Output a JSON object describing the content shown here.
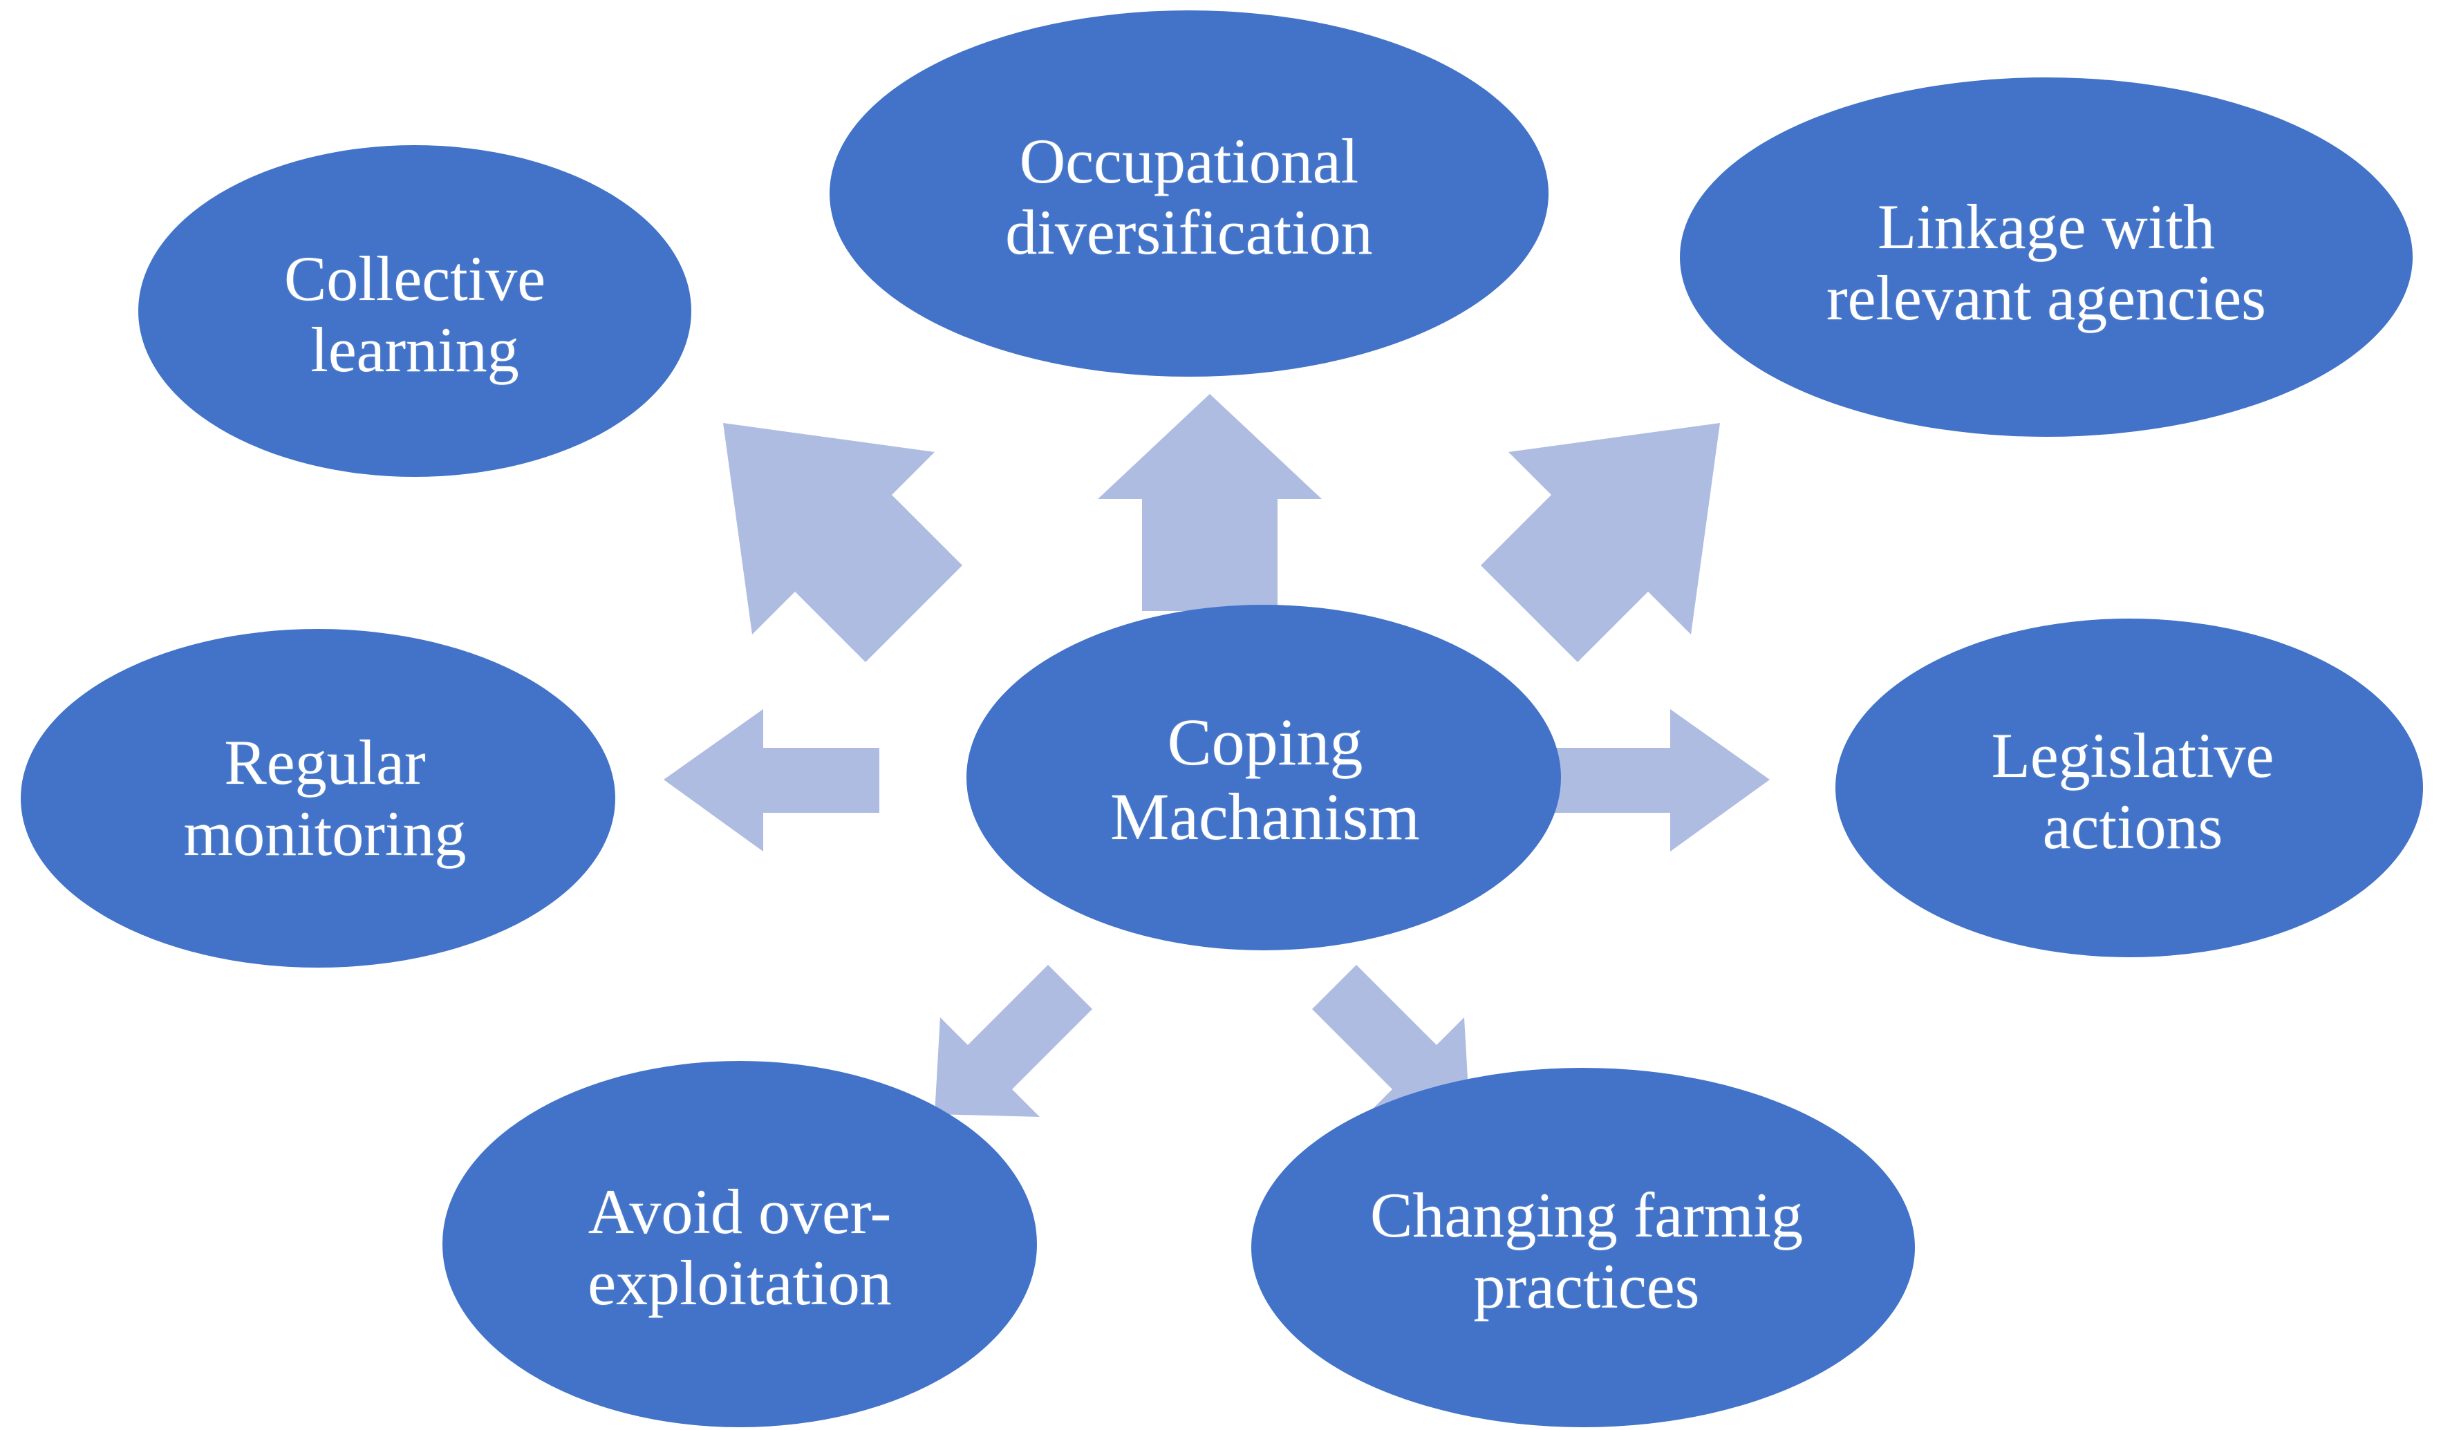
{
  "diagram": {
    "title": "Coping Machanism",
    "type": "radial-hub-and-spoke",
    "background_color": "#ffffff",
    "node_fill_color": "#4273C8",
    "node_text_color": "#ffffff",
    "arrow_color": "#AEBCE2",
    "center": {
      "label": "Coping\nMachanism",
      "line1": "Coping",
      "line2": "Machanism"
    },
    "satellites": [
      {
        "id": "collective-learning",
        "label": "Collective\nlearning",
        "line1": "Collective",
        "line2": "learning",
        "position": "top-left"
      },
      {
        "id": "occupational-diversification",
        "label": "Occupational\ndiversification",
        "line1": "Occupational",
        "line2": "diversification",
        "position": "top-center"
      },
      {
        "id": "linkage-with-relevant-agencies",
        "label": "Linkage with\nrelevant agencies",
        "line1": "Linkage with",
        "line2": "relevant agencies",
        "position": "top-right"
      },
      {
        "id": "regular-monitoring",
        "label": "Regular\nmonitoring",
        "line1": "Regular",
        "line2": "monitoring",
        "position": "middle-left"
      },
      {
        "id": "legislative-actions",
        "label": "Legislative\nactions",
        "line1": "Legislative",
        "line2": "actions",
        "position": "middle-right"
      },
      {
        "id": "avoid-over-exploitation",
        "label": "Avoid over-\nexploitation",
        "line1": "Avoid over-",
        "line2": "exploitation",
        "position": "bottom-left"
      },
      {
        "id": "changing-farmig-practices",
        "label": "Changing farmig\npractices",
        "line1": "Changing farmig",
        "line2": "practices",
        "position": "bottom-center-right"
      }
    ],
    "arrows": [
      {
        "id": "arrow-to-collective-learning",
        "direction": "up-left",
        "target": "collective-learning"
      },
      {
        "id": "arrow-to-occupational-diversification",
        "direction": "up",
        "target": "occupational-diversification"
      },
      {
        "id": "arrow-to-linkage-with-relevant-agencies",
        "direction": "up-right",
        "target": "linkage-with-relevant-agencies"
      },
      {
        "id": "arrow-to-regular-monitoring",
        "direction": "left",
        "target": "regular-monitoring"
      },
      {
        "id": "arrow-to-legislative-actions",
        "direction": "right",
        "target": "legislative-actions"
      },
      {
        "id": "arrow-to-avoid-over-exploitation",
        "direction": "down-left",
        "target": "avoid-over-exploitation"
      },
      {
        "id": "arrow-to-changing-farmig-practices",
        "direction": "down-right",
        "target": "changing-farmig-practices"
      }
    ]
  }
}
